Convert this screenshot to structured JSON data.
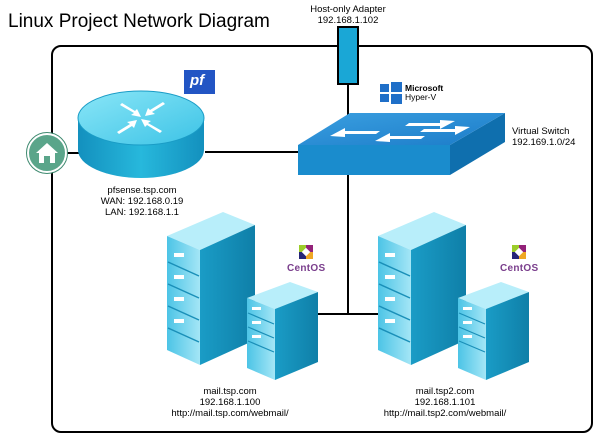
{
  "title": "Linux Project Network Diagram",
  "host_adapter": {
    "label": "Host-only Adapter",
    "ip": "192.168.1.102"
  },
  "pfsense": {
    "hostname": "pfsense.tsp.com",
    "wan": "WAN: 192.168.0.19",
    "lan": "LAN: 192.168.1.1",
    "logo_text": "pf"
  },
  "virtual_switch": {
    "label": "Virtual Switch",
    "subnet": "192.169.1.0/24",
    "logo_line1": "Microsoft",
    "logo_line2": "Hyper-V"
  },
  "server1": {
    "hostname": "mail.tsp.com",
    "ip": "192.168.1.100",
    "url": "http://mail.tsp.com/webmail/",
    "os": "CentOS"
  },
  "server2": {
    "hostname": "mail.tsp2.com",
    "ip": "192.168.1.101",
    "url": "http://mail.tsp2.com/webmail/",
    "os": "CentOS"
  },
  "colors": {
    "router_top": "#5fd7f0",
    "router_side": "#1aa7cf",
    "switch_top": "#2a8fd6",
    "server_face": "#7fd6ee",
    "server_side": "#1d9fc7",
    "home_icon": "#5aa58a"
  }
}
